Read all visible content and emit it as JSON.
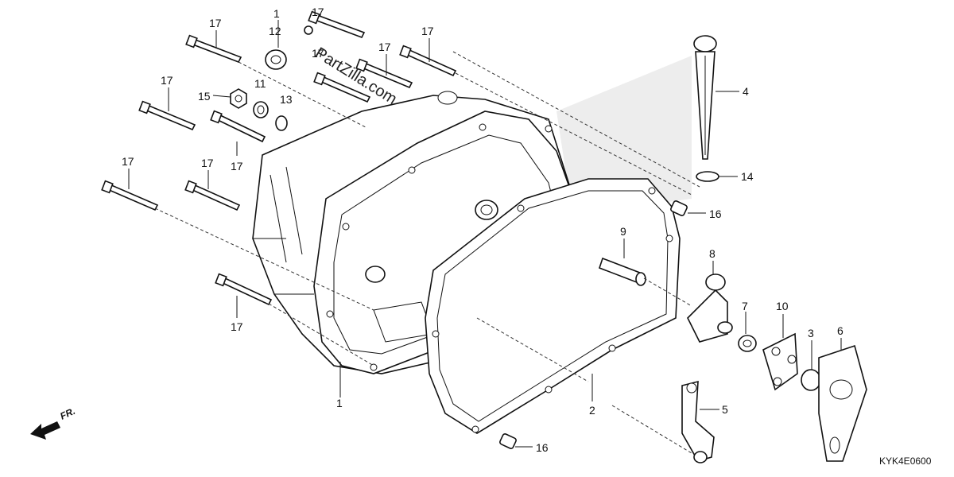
{
  "diagram": {
    "code": "KYK4E0600",
    "watermark": "PartZilla.com",
    "front_indicator": "FR."
  },
  "callouts": [
    {
      "id": "c1a",
      "text": "1"
    },
    {
      "id": "c12",
      "text": "12"
    },
    {
      "id": "c17a",
      "text": "17"
    },
    {
      "id": "c17b",
      "text": "17"
    },
    {
      "id": "c17c",
      "text": "17"
    },
    {
      "id": "c17d",
      "text": "17"
    },
    {
      "id": "c17e",
      "text": "17"
    },
    {
      "id": "c17f",
      "text": "17"
    },
    {
      "id": "c17g",
      "text": "17"
    },
    {
      "id": "c17h",
      "text": "17"
    },
    {
      "id": "c17i",
      "text": "17"
    },
    {
      "id": "c17j",
      "text": "17"
    },
    {
      "id": "c15",
      "text": "15"
    },
    {
      "id": "c11",
      "text": "11"
    },
    {
      "id": "c13",
      "text": "13"
    },
    {
      "id": "c4",
      "text": "4"
    },
    {
      "id": "c14",
      "text": "14"
    },
    {
      "id": "c16a",
      "text": "16"
    },
    {
      "id": "c16b",
      "text": "16"
    },
    {
      "id": "c9",
      "text": "9"
    },
    {
      "id": "c8",
      "text": "8"
    },
    {
      "id": "c7",
      "text": "7"
    },
    {
      "id": "c10",
      "text": "10"
    },
    {
      "id": "c3",
      "text": "3"
    },
    {
      "id": "c6",
      "text": "6"
    },
    {
      "id": "c5",
      "text": "5"
    },
    {
      "id": "c2",
      "text": "2"
    },
    {
      "id": "c1b",
      "text": "1"
    }
  ]
}
